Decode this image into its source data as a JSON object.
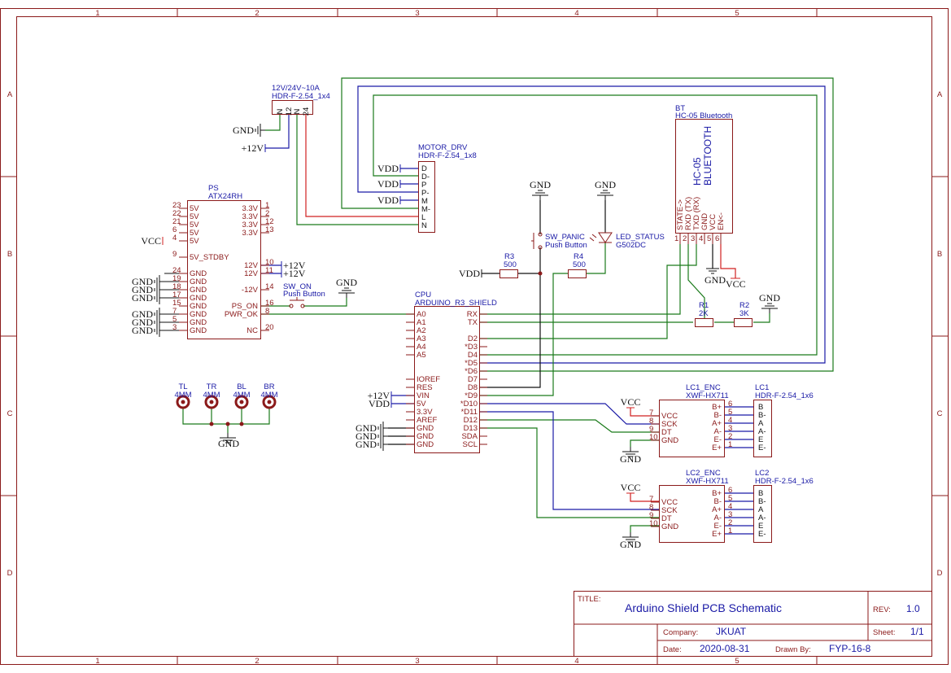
{
  "border": {
    "cols": [
      "1",
      "2",
      "3",
      "4",
      "5"
    ],
    "rows": [
      "A",
      "B",
      "C",
      "D"
    ]
  },
  "title_block": {
    "title_label": "TITLE:",
    "title": "Arduino Shield PCB Schematic",
    "rev_label": "REV:",
    "rev": "1.0",
    "company_label": "Company:",
    "company": "JKUAT",
    "sheet_label": "Sheet:",
    "sheet": "1/1",
    "date_label": "Date:",
    "date": "2020-08-31",
    "drawn_label": "Drawn By:",
    "drawn": "FYP-16-8"
  },
  "nets": {
    "gnd": "GND",
    "vcc": "VCC",
    "vdd": "VDD",
    "p12": "+12V"
  },
  "components": {
    "power_hdr": {
      "value": "12V/24V~10A",
      "footprint": "HDR-F-2.54_1x4",
      "pins": [
        "N",
        "12",
        "N",
        "24"
      ]
    },
    "motor": {
      "ref": "MOTOR_DRV",
      "footprint": "HDR-F-2.54_1x8",
      "pins": [
        "D",
        "D-",
        "P",
        "P-",
        "M",
        "M-",
        "L",
        "N"
      ]
    },
    "ps": {
      "ref": "PS",
      "value": "ATX24RH",
      "left": [
        [
          "23",
          "5V"
        ],
        [
          "22",
          "5V"
        ],
        [
          "21",
          "5V"
        ],
        [
          "6",
          "5V"
        ],
        [
          "4",
          "5V"
        ],
        [
          "9",
          "5V_STDBY"
        ],
        [
          "24",
          "GND"
        ],
        [
          "19",
          "GND"
        ],
        [
          "18",
          "GND"
        ],
        [
          "17",
          "GND"
        ],
        [
          "15",
          "GND"
        ],
        [
          "7",
          "GND"
        ],
        [
          "5",
          "GND"
        ],
        [
          "3",
          "GND"
        ]
      ],
      "right": [
        [
          "1",
          "3.3V"
        ],
        [
          "2",
          "3.3V"
        ],
        [
          "12",
          "3.3V"
        ],
        [
          "13",
          "3.3V"
        ],
        [
          "10",
          "12V"
        ],
        [
          "11",
          "12V"
        ],
        [
          "14",
          "-12V"
        ],
        [
          "16",
          "PS_ON"
        ],
        [
          "8",
          "PWR_OK"
        ],
        [
          "20",
          "NC"
        ]
      ]
    },
    "sw_on": {
      "ref": "SW_ON",
      "value": "Push Button"
    },
    "sw_panic": {
      "ref": "SW_PANIC",
      "value": "Push Button"
    },
    "led": {
      "ref": "LED_STATUS",
      "value": "G502DC"
    },
    "r3": {
      "ref": "R3",
      "value": "500"
    },
    "r4": {
      "ref": "R4",
      "value": "500"
    },
    "r1": {
      "ref": "R1",
      "value": "2K"
    },
    "r2": {
      "ref": "R2",
      "value": "3K"
    },
    "bt": {
      "ref": "BT",
      "value": "HC-05 Bluetooth",
      "body1": "HC-05",
      "body2": "BLUETOOTH",
      "pins": [
        [
          "1",
          "STATE->"
        ],
        [
          "2",
          "RXD (TX)"
        ],
        [
          "3",
          "TXD (RX)"
        ],
        [
          "4",
          "GND"
        ],
        [
          "5",
          "VCC"
        ],
        [
          "6",
          "EN<-"
        ]
      ]
    },
    "cpu": {
      "ref": "CPU",
      "value": "ARDUINO_R3_SHIELD",
      "left": [
        "A0",
        "A1",
        "A2",
        "A3",
        "A4",
        "A5",
        "",
        "",
        "IOREF",
        "RES",
        "VIN",
        "5V",
        "3.3V",
        "AREF",
        "GND",
        "GND",
        "GND"
      ],
      "right": [
        "RX",
        "TX",
        "",
        "D2",
        "*D3",
        "D4",
        "*D5",
        "*D6",
        "D7",
        "D8",
        "*D9",
        "*D10",
        "*D11",
        "D12",
        "D13",
        "SDA",
        "SCL"
      ]
    },
    "holes": [
      {
        "ref": "TL",
        "value": "4MM"
      },
      {
        "ref": "TR",
        "value": "4MM"
      },
      {
        "ref": "BL",
        "value": "4MM"
      },
      {
        "ref": "BR",
        "value": "4MM"
      }
    ],
    "lc1_enc": {
      "ref": "LC1_ENC",
      "value": "XWF-HX711",
      "left": [
        [
          "7",
          "VCC"
        ],
        [
          "8",
          "SCK"
        ],
        [
          "9",
          "DT"
        ],
        [
          "10",
          "GND"
        ]
      ],
      "right": [
        [
          "6",
          "B+"
        ],
        [
          "5",
          "B-"
        ],
        [
          "4",
          "A+"
        ],
        [
          "3",
          "A-"
        ],
        [
          "2",
          "E-"
        ],
        [
          "1",
          "E+"
        ]
      ]
    },
    "lc1": {
      "ref": "LC1",
      "footprint": "HDR-F-2.54_1x6",
      "pins": [
        "B",
        "B-",
        "A",
        "A-",
        "E",
        "E-"
      ]
    },
    "lc2_enc": {
      "ref": "LC2_ENC",
      "value": "XWF-HX711",
      "left": [
        [
          "7",
          "VCC"
        ],
        [
          "8",
          "SCK"
        ],
        [
          "9",
          "DT"
        ],
        [
          "10",
          "GND"
        ]
      ],
      "right": [
        [
          "6",
          "B+"
        ],
        [
          "5",
          "B-"
        ],
        [
          "4",
          "A+"
        ],
        [
          "3",
          "A-"
        ],
        [
          "2",
          "E-"
        ],
        [
          "1",
          "E+"
        ]
      ]
    },
    "lc2": {
      "ref": "LC2",
      "footprint": "HDR-F-2.54_1x6",
      "pins": [
        "B",
        "B-",
        "A",
        "A-",
        "E",
        "E-"
      ]
    }
  }
}
